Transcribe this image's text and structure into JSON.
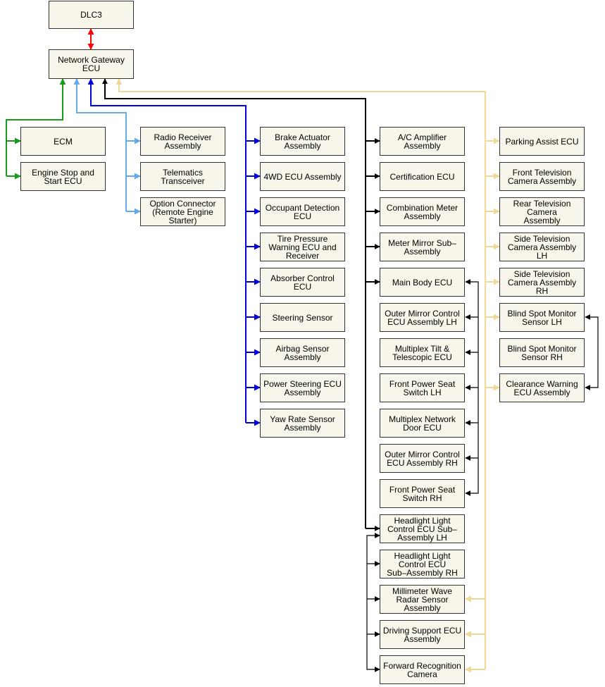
{
  "nodes": {
    "dlc3": "DLC3",
    "gateway": "Network Gateway\nECU",
    "ecm": "ECM",
    "engine_stop": "Engine Stop and\nStart ECU",
    "radio": "Radio Receiver\nAssembly",
    "telematics": "Telematics\nTransceiver",
    "option_connector": "Option Connector\n(Remote Engine\nStarter)",
    "brake": "Brake Actuator\nAssembly",
    "fwd_ecu": "4WD ECU Assembly",
    "occupant": "Occupant Detection\nECU",
    "tire": "Tire Pressure\nWarning ECU and\nReceiver",
    "absorber": "Absorber Control\nECU",
    "steering": "Steering Sensor",
    "airbag": "Airbag Sensor\nAssembly",
    "power_steering": "Power Steering ECU\nAssembly",
    "yaw": "Yaw Rate Sensor\nAssembly",
    "ac": "A/C Amplifier\nAssembly",
    "certification": "Certification ECU",
    "combination": "Combination Meter\nAssembly",
    "meter_mirror": "Meter Mirror Sub–\nAssembly",
    "main_body": "Main Body ECU",
    "outer_mirror_lh": "Outer Mirror Control\nECU Assembly LH",
    "tilt": "Multiplex Tilt &\nTelescopic ECU",
    "seat_lh": "Front Power Seat\nSwitch LH",
    "door": "Multiplex Network\nDoor ECU",
    "outer_mirror_rh": "Outer Mirror Control\nECU Assembly RH",
    "seat_rh": "Front Power Seat\nSwitch RH",
    "headlight_lh": "Headlight Light\nControl ECU Sub–\nAssembly LH",
    "headlight_rh": "Headlight Light\nControl ECU\nSub–Assembly RH",
    "mmwave": "Millimeter Wave\nRadar Sensor\nAssembly",
    "driving_support": "Driving Support ECU\nAssembly",
    "forward_camera": "Forward Recognition\nCamera",
    "parking": "Parking Assist ECU",
    "front_tv": "Front Television\nCamera Assembly",
    "rear_tv": "Rear Television\nCamera\nAssembly",
    "side_tv_lh": "Side Television\nCamera Assembly\nLH",
    "side_tv_rh": "Side Television\nCamera Assembly\nRH",
    "bsm_lh": "Blind Spot Monitor\nSensor LH",
    "bsm_rh": "Blind Spot Monitor\nSensor RH",
    "clearance": "Clearance Warning\nECU Assembly"
  },
  "bus_colors": {
    "diag": "#ff0000",
    "green": "#1a9a1a",
    "lightblue": "#66aaee",
    "blue": "#0000dd",
    "black": "#000000",
    "tan": "#f0d898"
  }
}
